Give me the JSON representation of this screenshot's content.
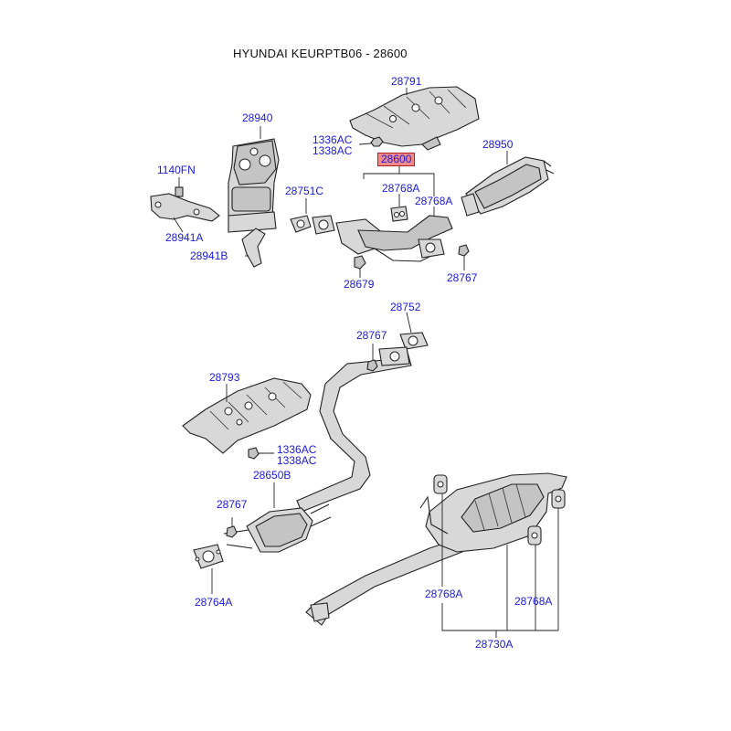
{
  "title": "HYUNDAI KEURPTB06 - 28600",
  "highlight_color": "#f08a8a",
  "label_color": "#1a1adc",
  "parts": {
    "p28791": "28791",
    "p1336ac_top": "1336AC",
    "p1338ac_top": "1338AC",
    "p28940": "28940",
    "p28950": "28950",
    "p28600": "28600",
    "p1140fn": "1140FN",
    "p28751c": "28751C",
    "p28768a_1": "28768A",
    "p28768a_2": "28768A",
    "p28941a": "28941A",
    "p28941b": "28941B",
    "p28679": "28679",
    "p28767_1": "28767",
    "p28752": "28752",
    "p28767_2": "28767",
    "p28793": "28793",
    "p1336ac_mid": "1336AC",
    "p1338ac_mid": "1338AC",
    "p28650b": "28650B",
    "p28767_3": "28767",
    "p28764a": "28764A",
    "p28768a_3": "28768A",
    "p28768a_4": "28768A",
    "p28730a": "28730A"
  }
}
